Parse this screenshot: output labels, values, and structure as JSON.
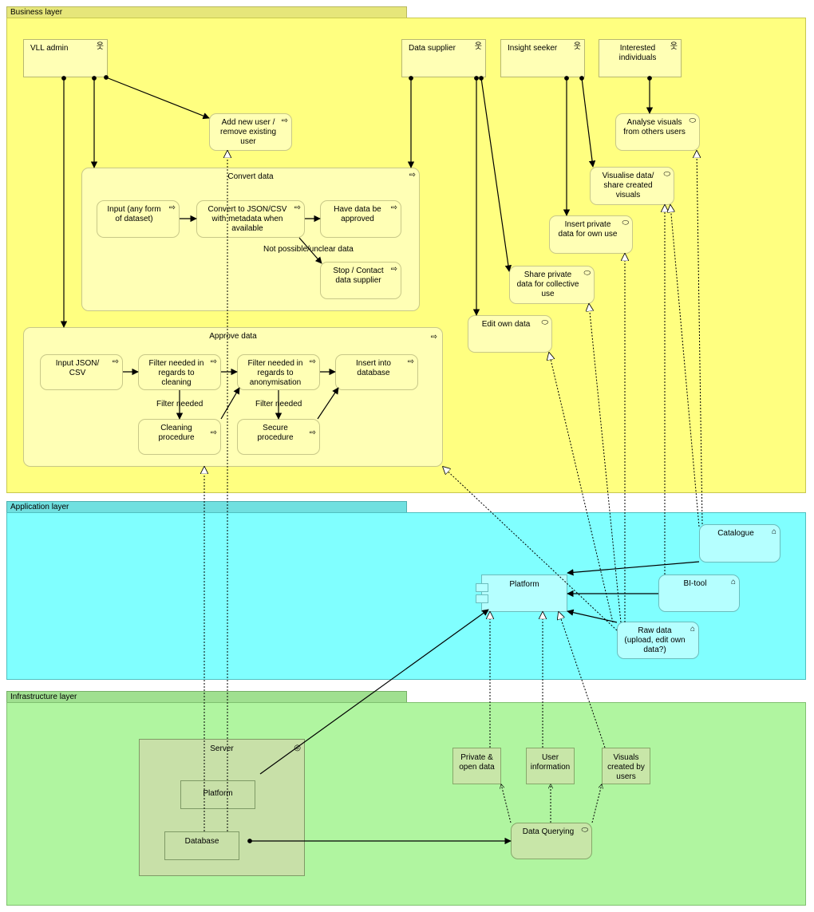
{
  "layers": {
    "business": "Business layer",
    "application": "Application layer",
    "infrastructure": "Infrastructure layer"
  },
  "actors": {
    "vll_admin": "VLL admin",
    "data_supplier": "Data supplier",
    "insight_seeker": "Insight seeker",
    "interested_individuals": "Interested individuals"
  },
  "business": {
    "add_user": "Add new user / remove existing user",
    "convert_data": "Convert data",
    "input_any": "Input (any form of dataset)",
    "convert_json": "Convert to JSON/CSV with metadata when available",
    "have_approved": "Have data be approved",
    "stop_contact": "Stop / Contact data supplier",
    "not_possible": "Not possible/unclear data",
    "approve_data": "Approve data",
    "input_json": "Input JSON/ CSV",
    "filter_cleaning": "Filter needed in regards to cleaning",
    "filter_anon": "Filter needed in regards to anonymisation",
    "insert_db": "Insert into database",
    "filter_needed_1": "Filter needed",
    "filter_needed_2": "Filter needed",
    "cleaning_proc": "Cleaning procedure",
    "secure_proc": "Secure procedure",
    "analyse_visuals": "Analyse visuals from others users",
    "visualise_data": "Visualise data/ share created visuals",
    "insert_private": "Insert private data for own use",
    "share_private": "Share private data for collective use",
    "edit_own": "Edit own data"
  },
  "application": {
    "platform": "Platform",
    "catalogue": "Catalogue",
    "bi_tool": "BI-tool",
    "raw_data": "Raw data (upload, edit own data?)"
  },
  "infrastructure": {
    "server": "Server",
    "platform_node": "Platform",
    "database": "Database",
    "private_open": "Private & open data",
    "user_info": "User information",
    "visuals_created": "Visuals created by users",
    "data_querying": "Data Querying"
  },
  "icons": {
    "actor": "actor-icon",
    "process": "process-arrow-icon",
    "service": "service-icon",
    "component": "component-icon",
    "app_function": "application-function-icon",
    "node": "node-icon",
    "infra_service": "infrastructure-service-icon"
  },
  "colors": {
    "business": "#ffff80",
    "business_tab": "#e6e67a",
    "application": "#80ffff",
    "application_tab": "#70e0e0",
    "infrastructure": "#b0f5a0",
    "infrastructure_tab": "#a0e090"
  }
}
